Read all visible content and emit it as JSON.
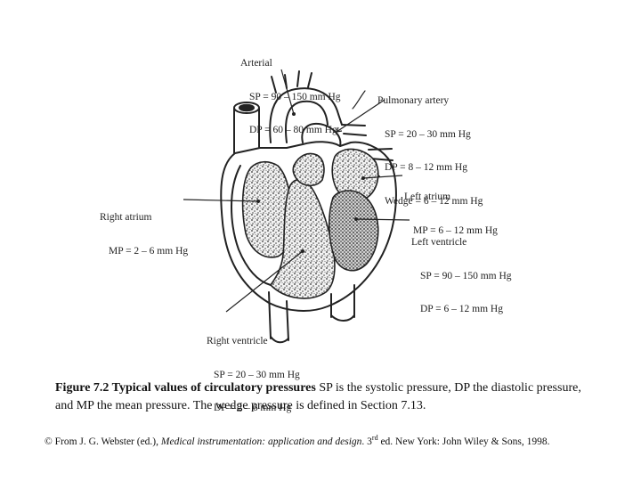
{
  "labels": {
    "arterial": {
      "title": "Arterial",
      "lines": [
        "SP = 90 – 150 mm Hg",
        "DP = 60 – 80 mm Hg"
      ]
    },
    "pulmonary_artery": {
      "title": "Pulmonary artery",
      "lines": [
        "SP = 20 – 30 mm Hg",
        "DP = 8 – 12 mm Hg",
        "Wedge = 6 – 12 mm Hg"
      ]
    },
    "left_atrium": {
      "title": "Left atrium",
      "lines": [
        "MP = 6 – 12 mm Hg"
      ]
    },
    "right_atrium": {
      "title": "Right atrium",
      "lines": [
        "MP = 2 – 6 mm Hg"
      ]
    },
    "left_ventricle": {
      "title": "Left ventricle",
      "lines": [
        "SP = 90 – 150 mm Hg",
        "DP = 6 – 12 mm Hg"
      ]
    },
    "right_ventricle": {
      "title": "Right ventricle",
      "lines": [
        "SP = 20 – 30 mm Hg",
        "DP = 2 – 6 mm Hg"
      ]
    }
  },
  "caption": {
    "title": "Figure 7.2 Typical values of circulatory pressures",
    "text": "SP is the systolic pressure, DP the diastolic pressure, and MP the mean pressure. The wedge pressure is defined in Section 7.13."
  },
  "credit": {
    "prefix": "© From J. G. Webster (ed.),",
    "book": "Medical instrumentation: application and design",
    "edition_num": ". 3",
    "edition_sup": "rd",
    "suffix": " ed. New York: John Wiley & Sons, 1998."
  }
}
